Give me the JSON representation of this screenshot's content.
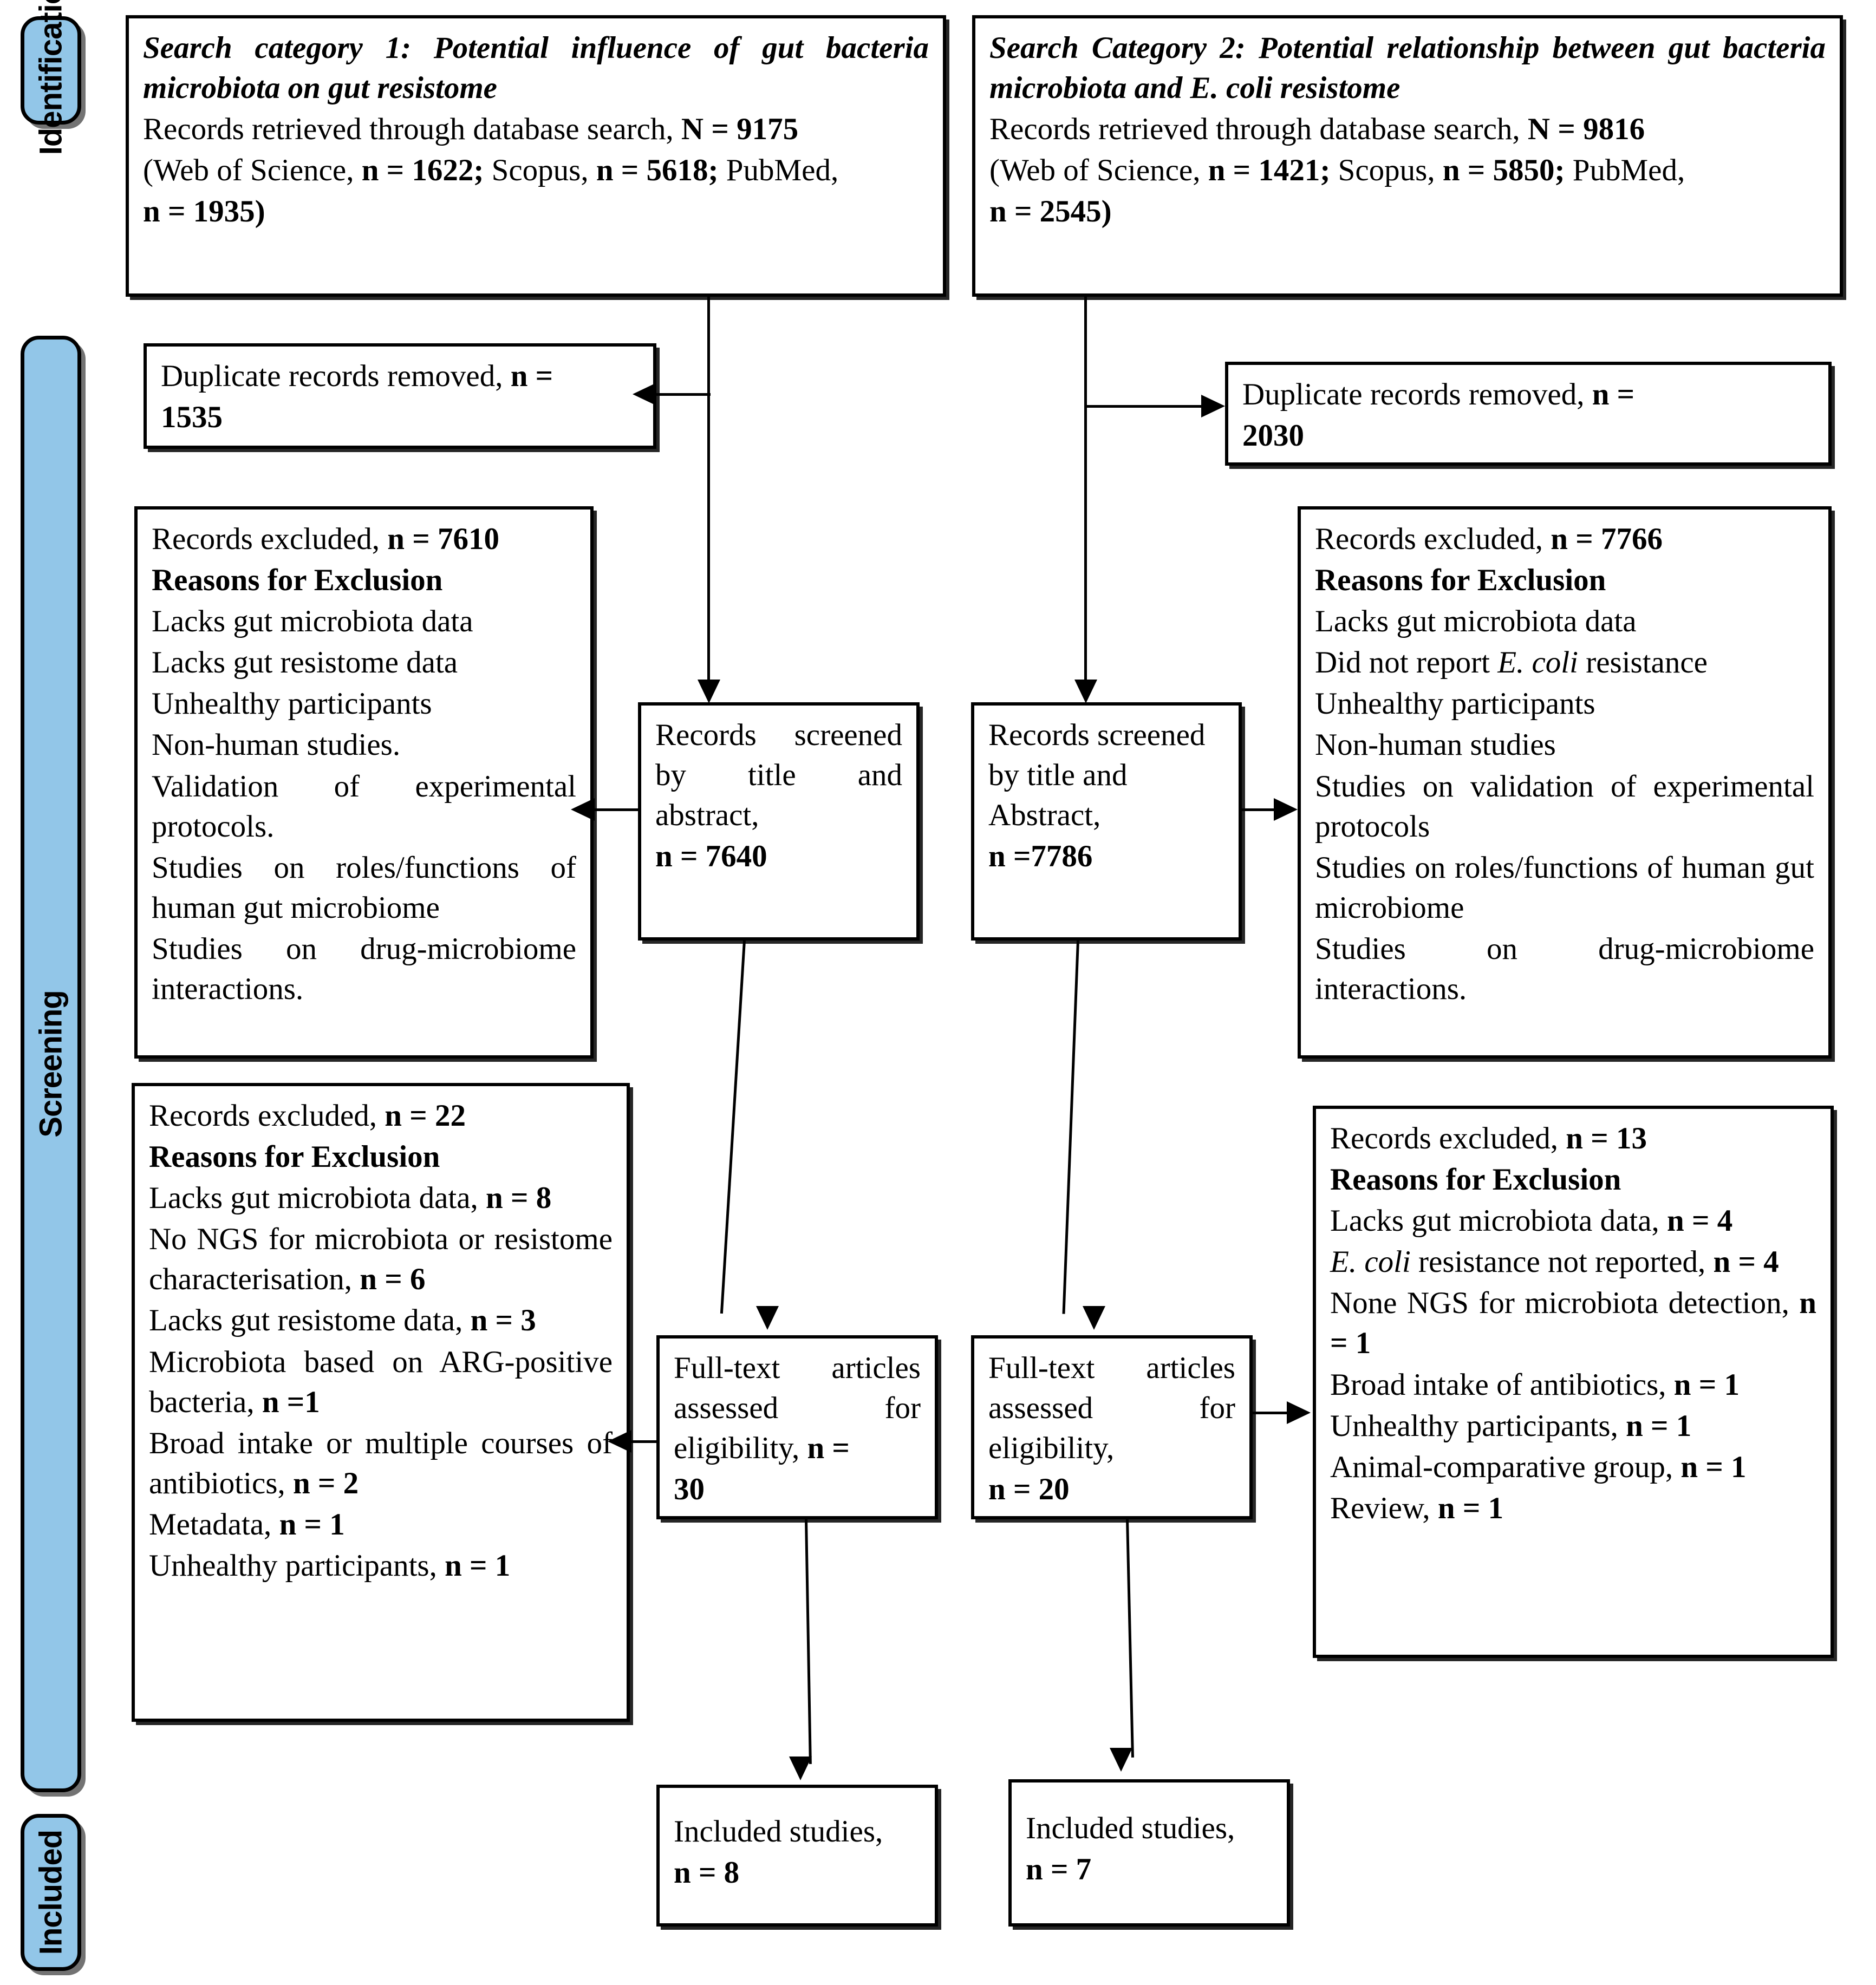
{
  "diagram": {
    "type": "prisma-flow-diagram",
    "stages": [
      {
        "id": "identification",
        "label": "Identificatio"
      },
      {
        "id": "screening",
        "label": "Screening"
      },
      {
        "id": "included",
        "label": "Included"
      }
    ]
  },
  "identification": {
    "left": {
      "title": "Search category 1: Potential influence of gut bacteria microbiota on gut resistome",
      "line_records": "Records retrieved through database search, ",
      "line_records_n": "N = 9175",
      "sources_pre": "(Web of Science, ",
      "sources_wos_n": "n = 1622;",
      "sources_mid1": " Scopus, ",
      "sources_scopus_n": "n = 5618;",
      "sources_mid2": " PubMed,",
      "sources_pubmed_n": "n = 1935)"
    },
    "right": {
      "title": "Search Category 2: Potential relationship between gut bacteria   microbiota and   E. coli resistome",
      "title_plain_1": "Search Category 2: Potential relationship between gut bacteria   microbiota and   ",
      "title_species": "E. coli",
      "title_plain_2": " resistome",
      "line_records": "Records retrieved through database search, ",
      "line_records_n": "N = 9816",
      "sources_pre": "(Web of Science, ",
      "sources_wos_n": "n = 1421;",
      "sources_mid1": " Scopus, ",
      "sources_scopus_n": "n = 5850;",
      "sources_mid2": " PubMed,",
      "sources_pubmed_n": "n = 2545)"
    }
  },
  "duplicates": {
    "left": {
      "text": "Duplicate records removed, ",
      "n_label": "n =",
      "n_value": "1535"
    },
    "right": {
      "text": "Duplicate records removed, ",
      "n_label": "n =",
      "n_value": "2030"
    }
  },
  "screening": {
    "excluded_left": {
      "heading": "Records excluded, ",
      "heading_n": "n = 7610",
      "subheading": "Reasons for Exclusion",
      "reasons": [
        "Lacks gut microbiota data",
        "Lacks gut resistome data",
        "Unhealthy participants",
        "Non-human studies.",
        "Validation of experimental protocols.",
        "Studies on roles/functions of human gut microbiome",
        "Studies on drug-microbiome interactions."
      ]
    },
    "excluded_right": {
      "heading": "Records excluded, ",
      "heading_n": "n = 7766",
      "subheading": "Reasons for Exclusion",
      "reason_1": "Lacks gut microbiota data",
      "reason_2_pre": "Did not report ",
      "reason_2_species": "E. coli",
      "reason_2_post": " resistance",
      "reasons_rest": [
        "Unhealthy participants",
        "Non-human studies",
        "Studies on validation of experimental protocols",
        "Studies on roles/functions of human gut microbiome",
        "Studies on drug-microbiome interactions."
      ]
    },
    "screened_left": {
      "line1": "Records screened by title and abstract,",
      "n_value": "n = 7640"
    },
    "screened_right": {
      "line1": "Records screened by title and Abstract,",
      "n_value": "n =7786"
    }
  },
  "eligibility": {
    "excluded_left": {
      "heading": "Records excluded, ",
      "heading_n": "n = 22",
      "subheading": "Reasons for Exclusion",
      "reasons": [
        {
          "text": "Lacks gut microbiota data, ",
          "n": "n = 8"
        },
        {
          "text": "No NGS for microbiota or resistome characterisation, ",
          "n": "n = 6"
        },
        {
          "text": "Lacks gut resistome data, ",
          "n": "n = 3"
        },
        {
          "text": "Microbiota based on ARG-positive bacteria, ",
          "n": "n =1"
        },
        {
          "text": "Broad intake or multiple courses of antibiotics, ",
          "n": "n = 2"
        },
        {
          "text": "Metadata, ",
          "n": "n = 1"
        },
        {
          "text": "Unhealthy participants, ",
          "n": "n = 1"
        }
      ]
    },
    "excluded_right": {
      "heading": "Records excluded, ",
      "heading_n": "n = 13",
      "subheading": "Reasons for Exclusion",
      "reason_1_text": "Lacks gut microbiota data, ",
      "reason_1_n": "n = 4",
      "reason_2_species": "E. coli",
      "reason_2_text": " resistance not reported, ",
      "reason_2_n": "n = 4",
      "reasons_rest": [
        {
          "text": "None NGS for microbiota detection, ",
          "n": "n = 1"
        },
        {
          "text": "Broad intake of antibiotics, ",
          "n": "n = 1"
        },
        {
          "text": "Unhealthy participants, ",
          "n": "n = 1"
        },
        {
          "text": "Animal-comparative group, ",
          "n": "n = 1"
        },
        {
          "text": "Review, ",
          "n": "n = 1"
        }
      ]
    },
    "fulltext_left": {
      "line1": "Full-text articles assessed for eligibility,",
      "n_label": "n =",
      "n_value": "30"
    },
    "fulltext_right": {
      "line1": "Full-text articles assessed for eligibility,",
      "n_value": "n = 20"
    }
  },
  "included": {
    "left": {
      "label": "Included studies,",
      "n_value": "n = 8"
    },
    "right": {
      "label": "Included  studies,",
      "n_value": "n = 7"
    }
  },
  "colors": {
    "stage_bar_fill": "#92C6E8",
    "stroke": "#000000",
    "background": "#ffffff"
  }
}
